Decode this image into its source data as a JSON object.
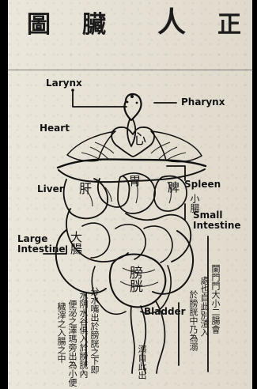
{
  "title": {
    "zheng": "正",
    "ren": "人",
    "zang": "臟",
    "tu": "圖"
  },
  "labels": {
    "larynx": "Larynx",
    "pharynx": "Pharynx",
    "heart": "Heart",
    "liver": "Liver",
    "spleen": "Spleen",
    "small_intestine": "Small Intestine",
    "large_intestine": "Large Intestine",
    "bladder": "Bladder"
  },
  "organ_chars": {
    "heart": "心",
    "liver": "肝",
    "stomach": "胃",
    "spleen": "脾",
    "small_intestine": "小腸",
    "large_intestine": "大腸",
    "bladder": "膀胱"
  },
  "vertical_text": {
    "left_col_1": "分水嘴出於膀胱之下即",
    "left_col_2": "水阴水谷俱入於膀胱內",
    "left_col_3": "便泌之澤瑪旁出為小便",
    "left_col_4": "穢滓之入腸之中",
    "bottom_col": "溺自此出",
    "right_col_1": "闌門門大小二腸會",
    "right_col_2": "處也自此別渣入",
    "right_col_3": "於膀胱中乃為溺"
  }
}
